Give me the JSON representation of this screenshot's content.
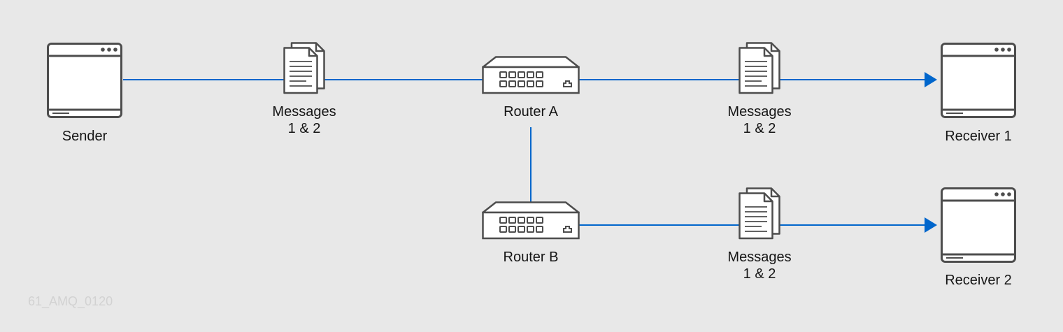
{
  "colors": {
    "background": "#e8e8e8",
    "link": "#0066cc",
    "outline": "#4d4d4d",
    "text": "#151515",
    "watermark": "#d2d2d2"
  },
  "nodes": {
    "sender": {
      "label": "Sender",
      "icon": "app-window-icon"
    },
    "router_a": {
      "label": "Router A",
      "icon": "router-icon"
    },
    "router_b": {
      "label": "Router B",
      "icon": "router-icon"
    },
    "receiver_1": {
      "label": "Receiver 1",
      "icon": "app-window-icon"
    },
    "receiver_2": {
      "label": "Receiver 2",
      "icon": "app-window-icon"
    }
  },
  "messages": [
    {
      "line1": "Messages",
      "line2": "1 & 2",
      "icon": "documents-icon"
    },
    {
      "line1": "Messages",
      "line2": "1 & 2",
      "icon": "documents-icon"
    },
    {
      "line1": "Messages",
      "line2": "1 & 2",
      "icon": "documents-icon"
    }
  ],
  "watermark": "61_AMQ_0120"
}
